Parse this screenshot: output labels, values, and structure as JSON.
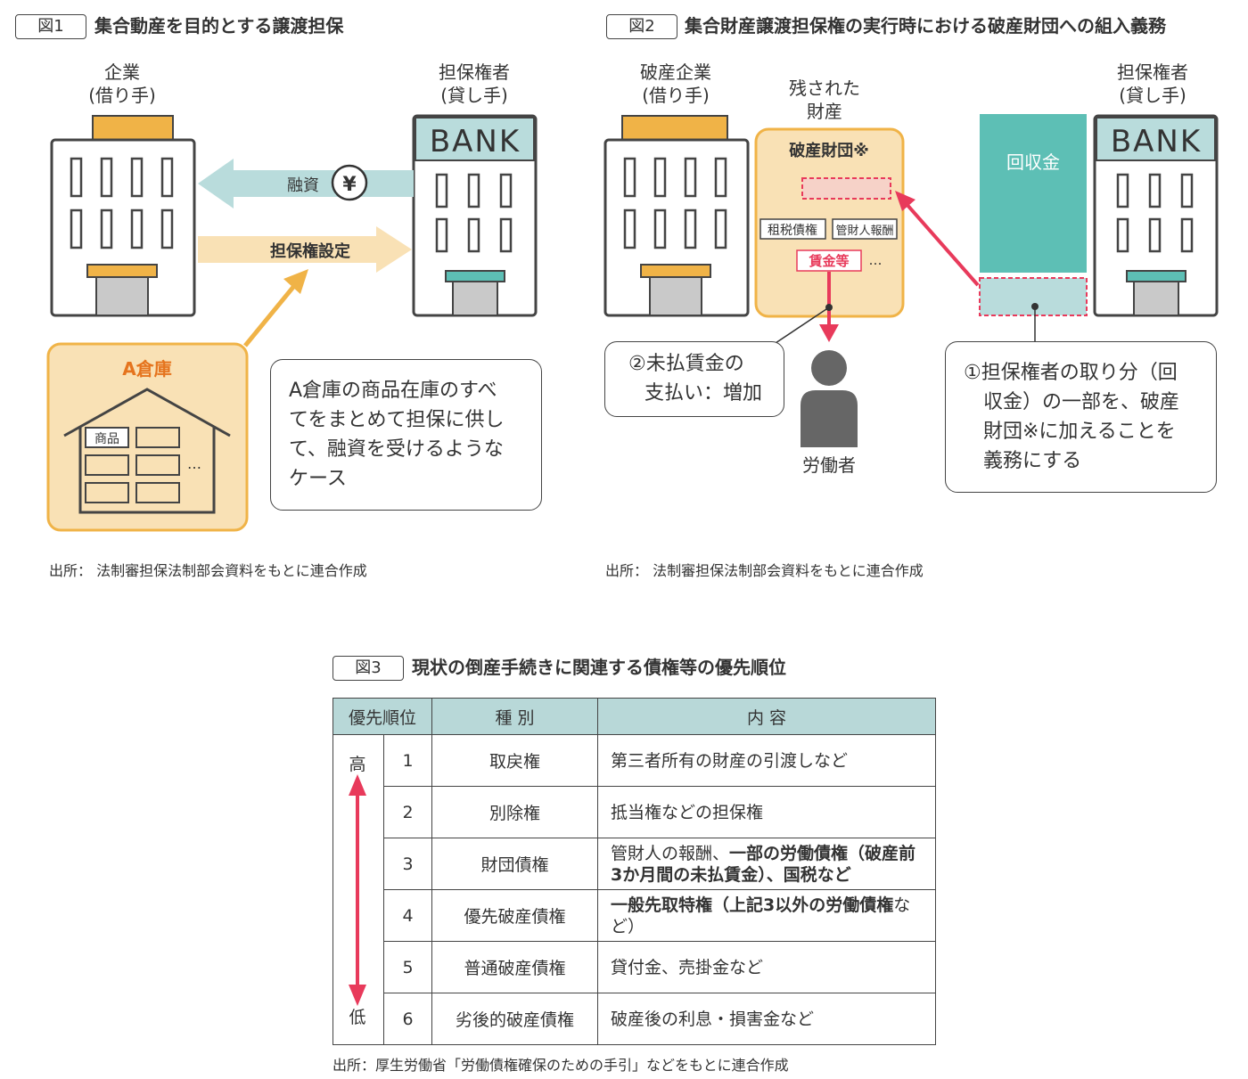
{
  "fig1": {
    "label": "図1",
    "title": "集合動産を目的とする譲渡担保",
    "company_line1": "企業",
    "company_line2": "(借り手)",
    "lender_line1": "担保権者",
    "lender_line2": "(貸し手)",
    "bank": "BANK",
    "loan": "融資",
    "yen": "¥",
    "security": "担保権設定",
    "warehouse": "A倉庫",
    "goods": "商品",
    "ellipsis": "…",
    "callout_lines": [
      "A倉庫の商品在庫のすべ",
      "てをまとめて担保に供し",
      "て、融資を受けるような",
      "ケース"
    ],
    "source": "出所： 法制審担保法制部会資料をもとに連合作成"
  },
  "fig2": {
    "label": "図2",
    "title": "集合財産譲渡担保権の実行時における破産財団への組入義務",
    "company_line1": "破産企業",
    "company_line2": "(借り手)",
    "remaining_line1": "残された",
    "remaining_line2": "財産",
    "estate": "破産財団※",
    "tax": "租税債権",
    "trustee": "管財人報酬",
    "wages": "賃金等",
    "ellipsis": "…",
    "lender_line1": "担保権者",
    "lender_line2": "(貸し手)",
    "bank": "BANK",
    "recovered": "回収金",
    "worker": "労働者",
    "callout2_lines": [
      "②未払賃金の",
      "支払い：増加"
    ],
    "callout1_lines": [
      "①担保権者の取り分（回",
      "収金）の一部を、破産",
      "財団※に加えることを",
      "義務にする"
    ],
    "source": "出所： 法制審担保法制部会資料をもとに連合作成"
  },
  "fig3": {
    "label": "図3",
    "title": "現状の倒産手続きに関連する債権等の優先順位",
    "headers": {
      "rank": "優先順位",
      "kind": "種 別",
      "content": "内 容"
    },
    "high": "高",
    "low": "低",
    "rows": [
      {
        "num": "1",
        "kind": "取戻権",
        "content": "第三者所有の財産の引渡しなど"
      },
      {
        "num": "2",
        "kind": "別除権",
        "content": "抵当権などの担保権"
      },
      {
        "num": "3",
        "kind": "財団債権",
        "content_a": "管財人の報酬、",
        "content_b": "一部の労働債権（破産前3か月間の未払賃金）、国税など"
      },
      {
        "num": "4",
        "kind": "優先破産債権",
        "content_a": "一般先取特権（上記3以外の労働債権",
        "content_b": "など）"
      },
      {
        "num": "5",
        "kind": "普通破産債権",
        "content": "貸付金、売掛金など"
      },
      {
        "num": "6",
        "kind": "劣後的破産債権",
        "content": "破産後の利息・損害金など"
      }
    ],
    "source": "出所：厚生労働省「労働債権確保のための手引」などをもとに連合作成"
  },
  "colors": {
    "orange_roof": "#f0b347",
    "peach": "#f9e1b5",
    "peach_border": "#f0b347",
    "teal": "#5dbfb5",
    "teal_light": "#b9dcdc",
    "red": "#e83a5b",
    "grey_person": "#666666"
  }
}
